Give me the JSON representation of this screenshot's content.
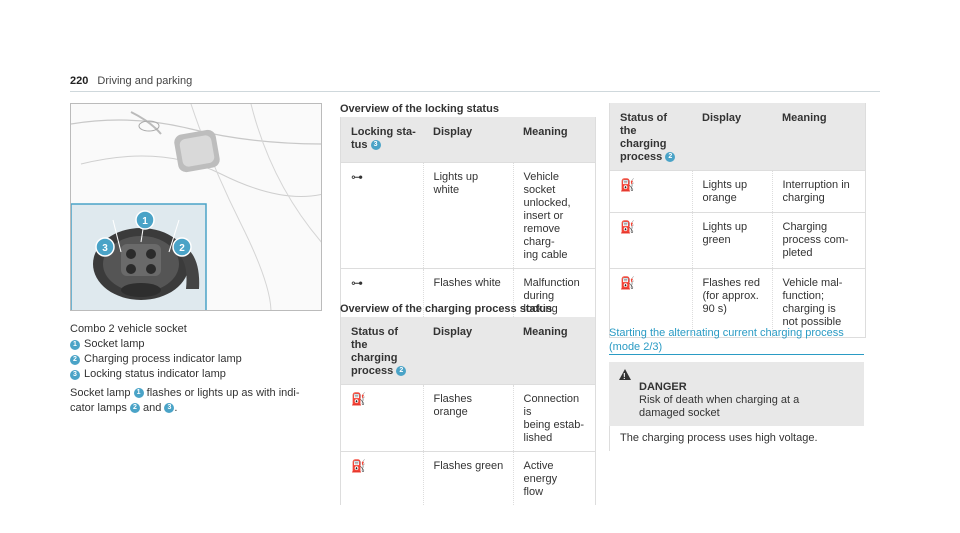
{
  "header": {
    "page_number": "220",
    "section": "Driving and parking"
  },
  "photo_callouts": [
    "1",
    "2",
    "3"
  ],
  "caption": {
    "title": "Combo 2 vehicle socket",
    "items": [
      {
        "num": "1",
        "text": "Socket lamp"
      },
      {
        "num": "2",
        "text": "Charging process indicator lamp"
      },
      {
        "num": "3",
        "text": "Locking status indicator lamp"
      }
    ],
    "para_a": "Socket lamp",
    "para_b": "flashes or lights up as with indi-",
    "para_c": "cator lamps",
    "para_d": "and",
    "para_e": ".",
    "para_n1": "1",
    "para_n2": "2",
    "para_n3": "3"
  },
  "locking": {
    "title": "Overview of the locking status",
    "headers": {
      "c1": "Locking sta-",
      "c1b": "tus",
      "c1n": "3",
      "c2": "Display",
      "c3": "Meaning"
    },
    "rows": [
      {
        "icon": "⊶",
        "display": "Lights up\nwhite",
        "meaning": "Vehicle\nsocket\nunlocked,\ninsert or\nremove charg-\ning cable"
      },
      {
        "icon": "⊶",
        "display": "Flashes white",
        "meaning": "Malfunction\nduring locking\nor unlocking"
      }
    ]
  },
  "charging_left": {
    "title": "Overview of the charging process status",
    "headers": {
      "c1": "Status of the\ncharging\nprocess",
      "c1n": "2",
      "c2": "Display",
      "c3": "Meaning"
    },
    "rows": [
      {
        "icon": "⛽",
        "display": "Flashes\norange",
        "meaning": "Connection is\nbeing estab-\nlished"
      },
      {
        "icon": "⛽",
        "display": "Flashes green",
        "meaning": "Active energy\nflow"
      }
    ]
  },
  "charging_right": {
    "headers": {
      "c1": "Status of the\ncharging\nprocess",
      "c1n": "2",
      "c2": "Display",
      "c3": "Meaning"
    },
    "rows": [
      {
        "icon": "⛽",
        "display": "Lights up\norange",
        "meaning": "Interruption in\ncharging"
      },
      {
        "icon": "⛽",
        "display": "Lights up\ngreen",
        "meaning": "Charging\nprocess com-\npleted"
      },
      {
        "icon": "⛽",
        "display": "Flashes red\n(for approx.\n90 s)",
        "meaning": "Vehicle mal-\nfunction;\ncharging is\nnot possible"
      }
    ]
  },
  "starting": {
    "title_line1": "Starting the alternating current charging process",
    "title_line2": "(mode 2/3)"
  },
  "danger": {
    "label": "DANGER",
    "text": "Risk of death when charging at a\ndamaged socket",
    "body": "The charging process uses high voltage."
  }
}
